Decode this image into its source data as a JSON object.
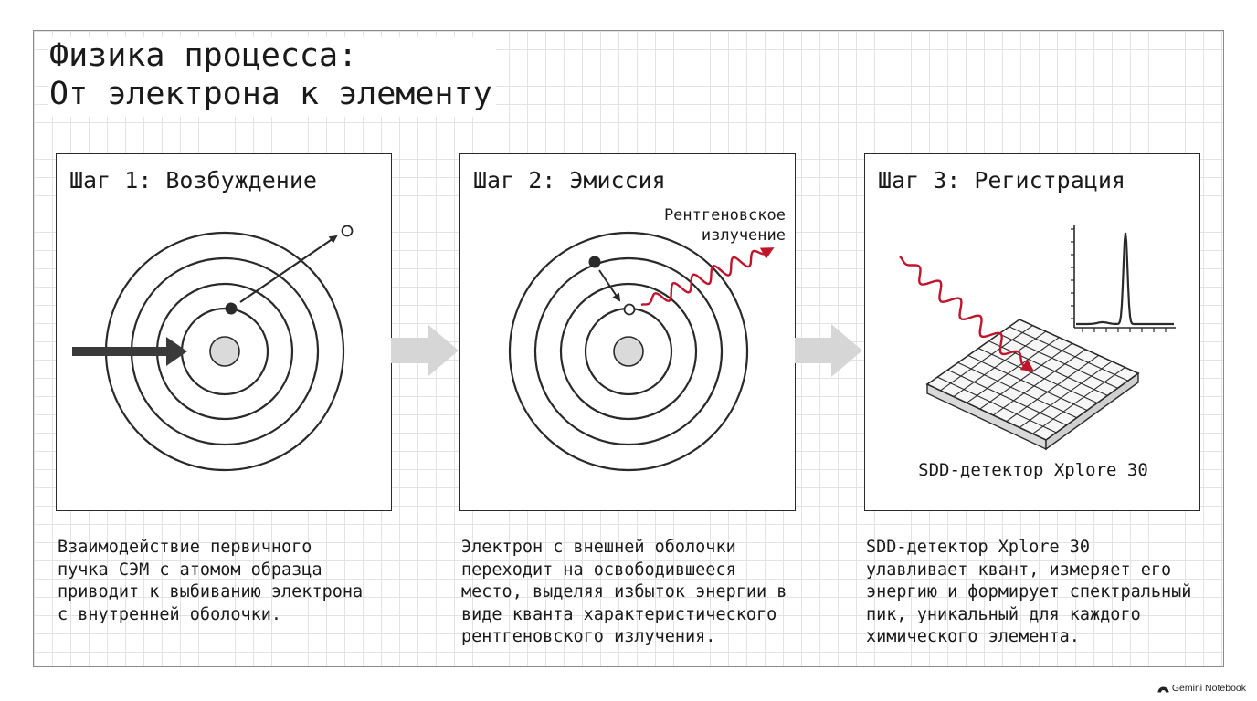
{
  "title": {
    "line1": "Физика процесса:",
    "line2": "От электрона к элементу"
  },
  "steps": [
    {
      "title": "Шаг 1: Возбуждение",
      "description": "Взаимодействие первичного\nпучка СЭМ с атомом образца\nприводит к выбиванию электрона\nс внутренней оболочки."
    },
    {
      "title": "Шаг 2: Эмиссия",
      "radiation_label_line1": "Рентгеновское",
      "radiation_label_line2": "излучение",
      "description": "Электрон с внешней оболочки\nпереходит на освободившееся\nместо, выделяя избыток энергии в\nвиде кванта характеристического\nрентгеновского излучения."
    },
    {
      "title": "Шаг 3: Регистрация",
      "detector_label": "SDD-детектор Xplore 30",
      "description": "SDD-детектор Xplore 30\nулавливает квант, измеряет его\nэнергию и формирует спектральный\nпик, уникальный для каждого\nхимического элемента."
    }
  ],
  "brand": "Gemini Notebook",
  "colors": {
    "ink": "#1a1a1a",
    "accent_red": "#c0152a",
    "arrow_gray": "#d6d6d6",
    "grid": "#e3e3e3"
  },
  "icons": {
    "brand": "gemini-notebook-logo-icon"
  }
}
